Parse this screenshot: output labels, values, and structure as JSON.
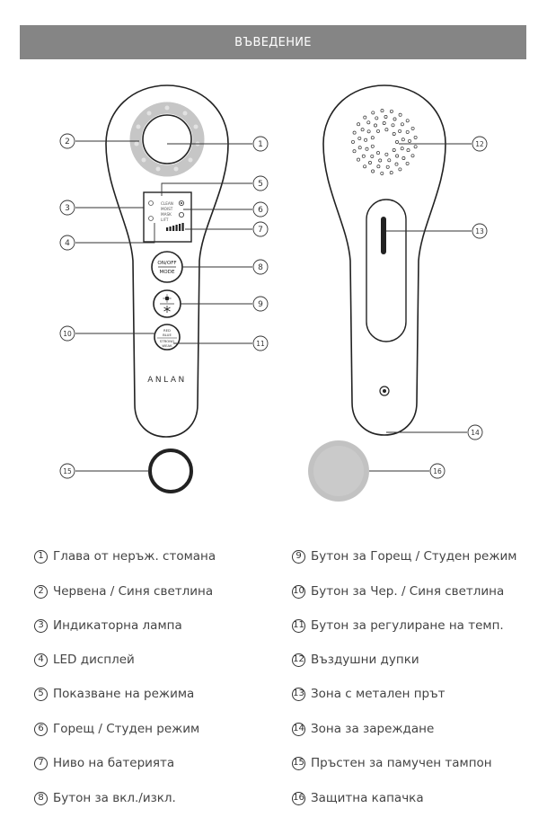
{
  "header": {
    "title": "ВЪВЕДЕНИЕ"
  },
  "device": {
    "brand": "ANLAN",
    "display_modes": [
      "CLEAN",
      "MOIST",
      "MASK",
      "LIFT"
    ],
    "onoff_button": {
      "top": "ON/OFF",
      "bottom": "MODE"
    },
    "light_button": {
      "top": "RED",
      "bottom": "BLUE"
    },
    "temp_button": {
      "top": "STRONG",
      "bottom": "WEAK"
    }
  },
  "callouts": [
    "1",
    "2",
    "3",
    "4",
    "5",
    "6",
    "7",
    "8",
    "9",
    "10",
    "11",
    "12",
    "13",
    "14",
    "15",
    "16"
  ],
  "legend": [
    {
      "num": "1",
      "text": "Глава от неръж. стомана"
    },
    {
      "num": "2",
      "text": "Червена / Синя светлина"
    },
    {
      "num": "3",
      "text": "Индикаторна лампа"
    },
    {
      "num": "4",
      "text": "LED дисплей"
    },
    {
      "num": "5",
      "text": "Показване на режима"
    },
    {
      "num": "6",
      "text": "Горещ / Студен режим"
    },
    {
      "num": "7",
      "text": "Ниво на батерията"
    },
    {
      "num": "8",
      "text": "Бутон за вкл./изкл."
    },
    {
      "num": "9",
      "text": "Бутон за Горещ / Студен режим"
    },
    {
      "num": "10",
      "text": "Бутон за Чер. / Синя светлина"
    },
    {
      "num": "11",
      "text": "Бутон за регулиране на темп."
    },
    {
      "num": "12",
      "text": "Въздушни дупки"
    },
    {
      "num": "13",
      "text": "Зона с метален прът"
    },
    {
      "num": "14",
      "text": "Зона за зареждане"
    },
    {
      "num": "15",
      "text": "Пръстен за памучен тампон"
    },
    {
      "num": "16",
      "text": "Защитна капачка"
    }
  ]
}
